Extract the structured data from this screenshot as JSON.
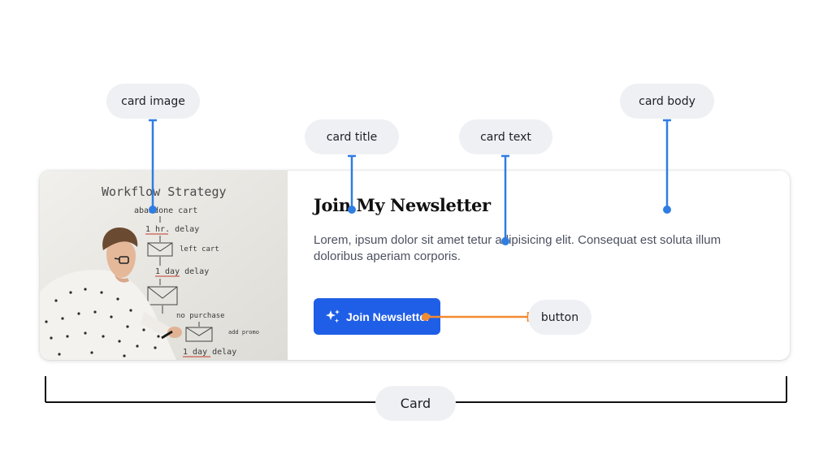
{
  "labels": {
    "card_image": "card image",
    "card_title": "card title",
    "card_text": "card text",
    "card_body": "card body",
    "button": "button",
    "card": "Card"
  },
  "card": {
    "title": "Join My Newsletter",
    "text": "Lorem, ipsum dolor sit amet tetur adipisicing elit. Consequat est soluta illum doloribus aperiam corporis.",
    "button_label": "Join Newsletter",
    "button_icon": "sparkles-icon"
  },
  "whiteboard": {
    "heading": "Workflow Strategy",
    "lines": [
      "abandone cart",
      "1 hr. delay",
      "left cart",
      "1 day delay",
      "no purchase",
      "1 day delay",
      "add promo"
    ]
  },
  "colors": {
    "leader_blue": "#2f7de1",
    "leader_orange": "#f28a30",
    "button_blue": "#1f5ee6",
    "pill_bg": "#eef0f4"
  }
}
